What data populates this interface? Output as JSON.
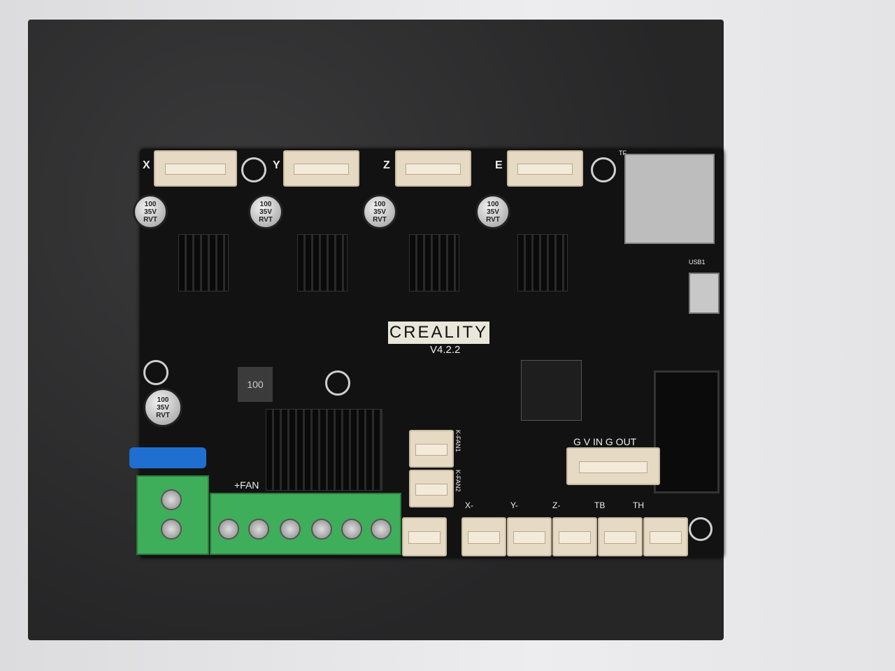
{
  "board": {
    "brand": "CREALITY",
    "version": "V4.2.2"
  },
  "axis_labels": [
    "X",
    "Y",
    "Z",
    "E"
  ],
  "capacitor_text": "100\n35V\nRVT",
  "labels": {
    "probe_header": "G V IN G OUT",
    "usb": "USB1",
    "sd": "TF",
    "fan": "+FAN",
    "kfan1": "K-FAN1",
    "kfan2": "K-FAN2",
    "inductor": "100"
  },
  "bottom_labels": [
    "X-",
    "Y-",
    "Z-",
    "TB",
    "TH"
  ]
}
